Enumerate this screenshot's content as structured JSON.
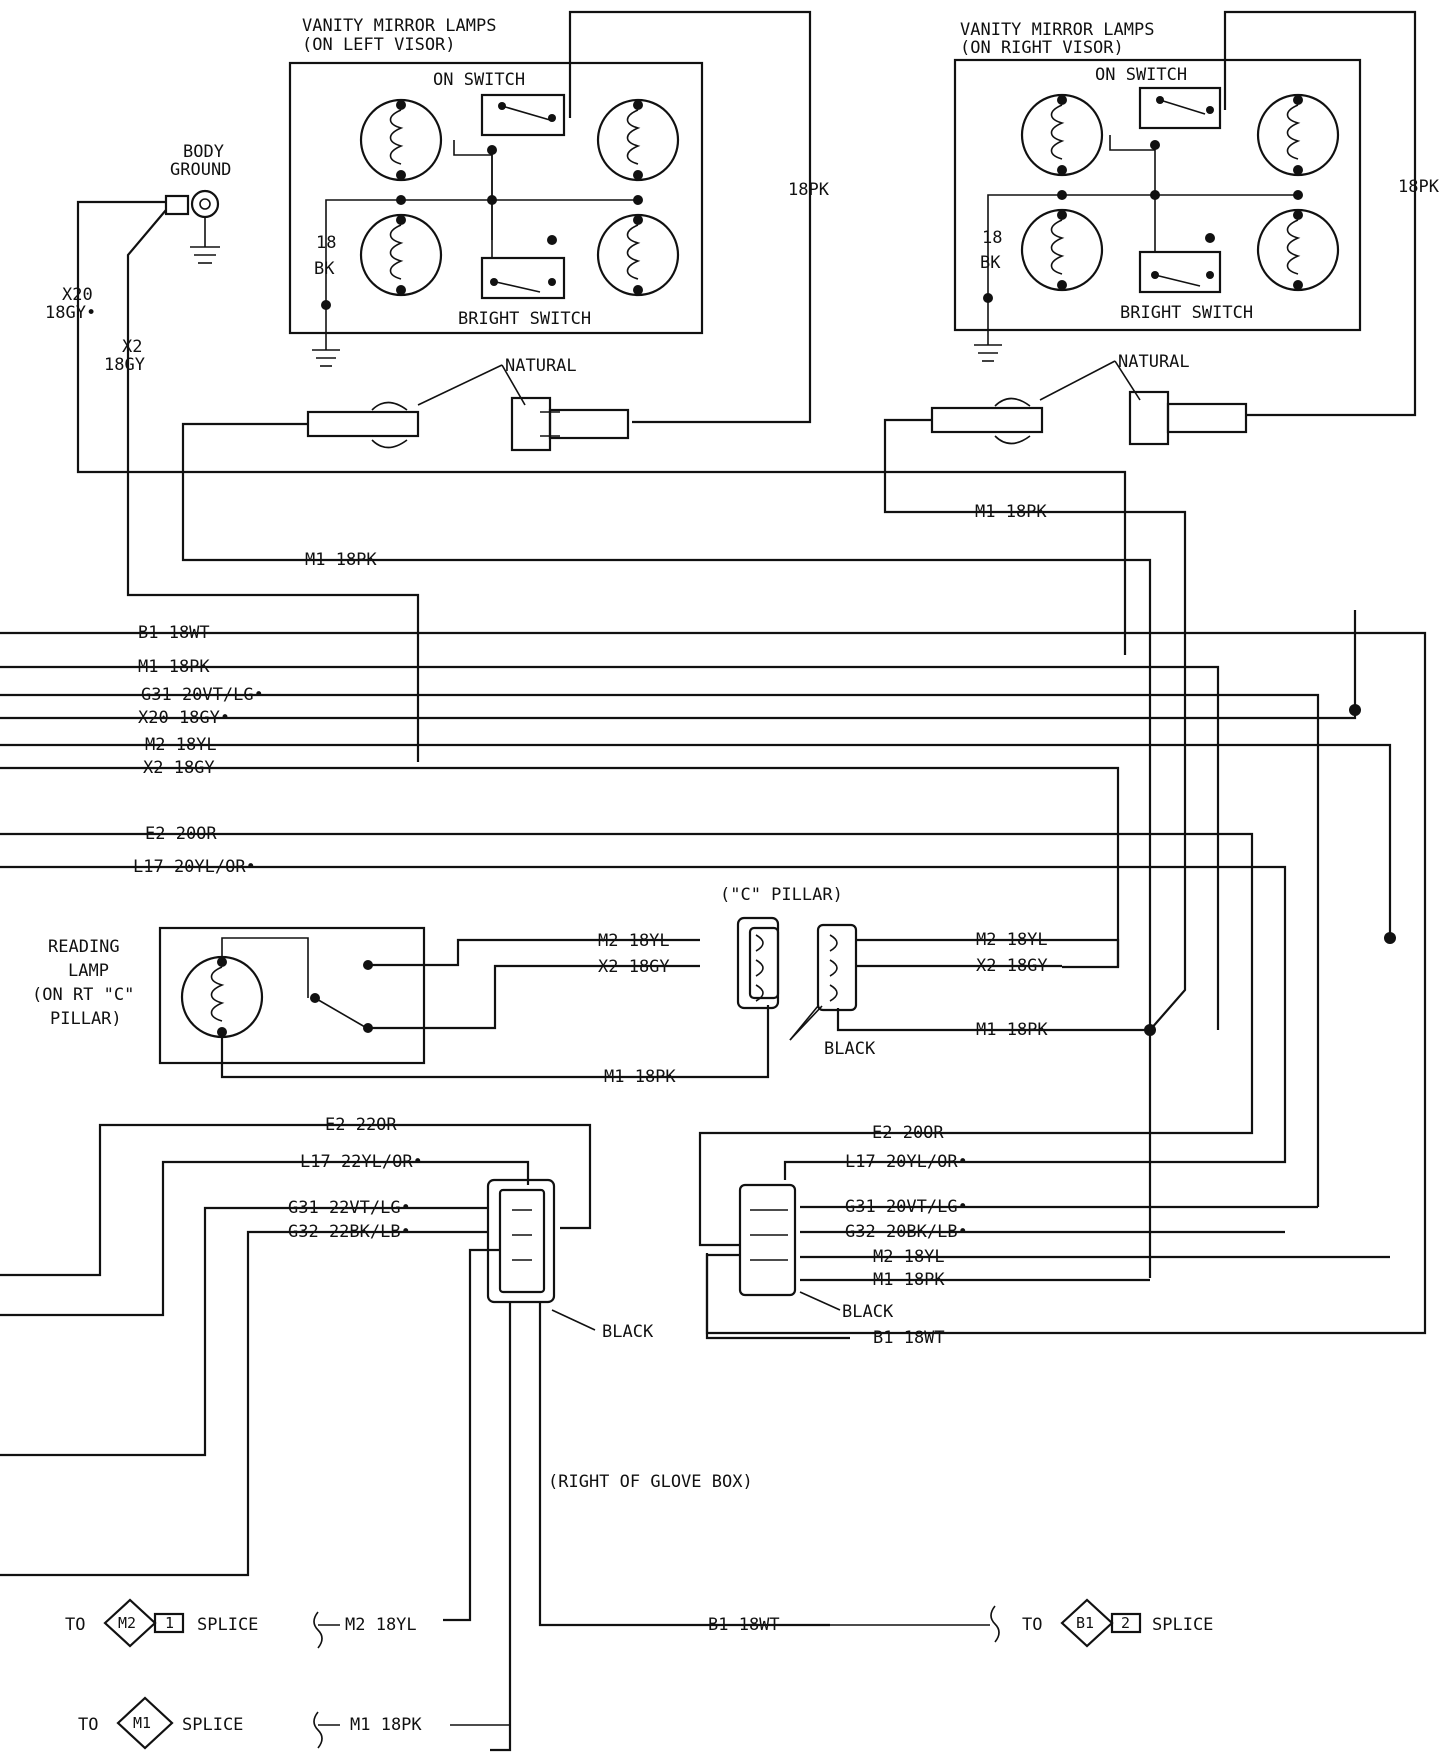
{
  "visor_left": {
    "title_line1": "VANITY MIRROR LAMPS",
    "title_line2": "(ON LEFT VISOR)",
    "on_switch": "ON SWITCH",
    "bright_switch": "BRIGHT SWITCH",
    "wire_gauge": "18",
    "wire_color": "BK",
    "feed_wire": "18PK",
    "connector_label": "NATURAL"
  },
  "visor_right": {
    "title_line1": "VANITY MIRROR LAMPS",
    "title_line2": "(ON RIGHT VISOR)",
    "on_switch": "ON SWITCH",
    "bright_switch": "BRIGHT SWITCH",
    "wire_gauge": "18",
    "wire_color": "BK",
    "feed_wire": "18PK",
    "connector_label": "NATURAL"
  },
  "body_ground": {
    "line1": "BODY",
    "line2": "GROUND",
    "wire_a_code": "X20",
    "wire_a_spec": "18GY•",
    "wire_b_code": "X2",
    "wire_b_spec": "18GY"
  },
  "harness_wires": {
    "m1_left_visor": "M1 18PK",
    "m1_right_visor": "M1 18PK",
    "b1": "B1 18WT",
    "m1": "M1 18PK",
    "g31": "G31 20VT/LG•",
    "x20": "X20 18GY•",
    "m2": "M2 18YL",
    "x2": "X2 18GY",
    "e2": "E2 20OR",
    "l17": "L17 20YL/OR•"
  },
  "reading_lamp": {
    "line1": "READING",
    "line2": "LAMP",
    "line3": "(ON RT \"C\"",
    "line4": "PILLAR)"
  },
  "c_pillar": {
    "title": "(\"C\" PILLAR)",
    "left_m2": "M2 18YL",
    "left_x2": "X2 18GY",
    "left_m1": "M1 18PK",
    "right_m2": "M2 18YL",
    "right_x2": "X2 18GY",
    "right_m1": "M1 18PK",
    "color_label": "BLACK"
  },
  "left_connector": {
    "e2": "E2 22OR",
    "l17": "L17 22YL/OR•",
    "g31": "G31 22VT/LG•",
    "g32": "G32 22BK/LB•",
    "color_label": "BLACK"
  },
  "right_connector": {
    "e2": "E2 20OR",
    "l17": "L17 20YL/OR•",
    "g31": "G31 20VT/LG•",
    "g32": "G32 20BK/LB•",
    "m2": "M2 18YL",
    "m1": "M1 18PK",
    "color_label": "BLACK",
    "b1": "B1 18WT"
  },
  "glove_box_note": "(RIGHT OF GLOVE BOX)",
  "splices": {
    "m2_to": "TO",
    "m2_id": "M2",
    "m2_num": "1",
    "m2_word": "SPLICE",
    "m2_wire": "M2 18YL",
    "b1_wire": "B1 18WT",
    "b1_to": "TO",
    "b1_id": "B1",
    "b1_num": "2",
    "b1_word": "SPLICE",
    "m1_to": "TO",
    "m1_id": "M1",
    "m1_word": "SPLICE",
    "m1_wire": "M1 18PK"
  }
}
